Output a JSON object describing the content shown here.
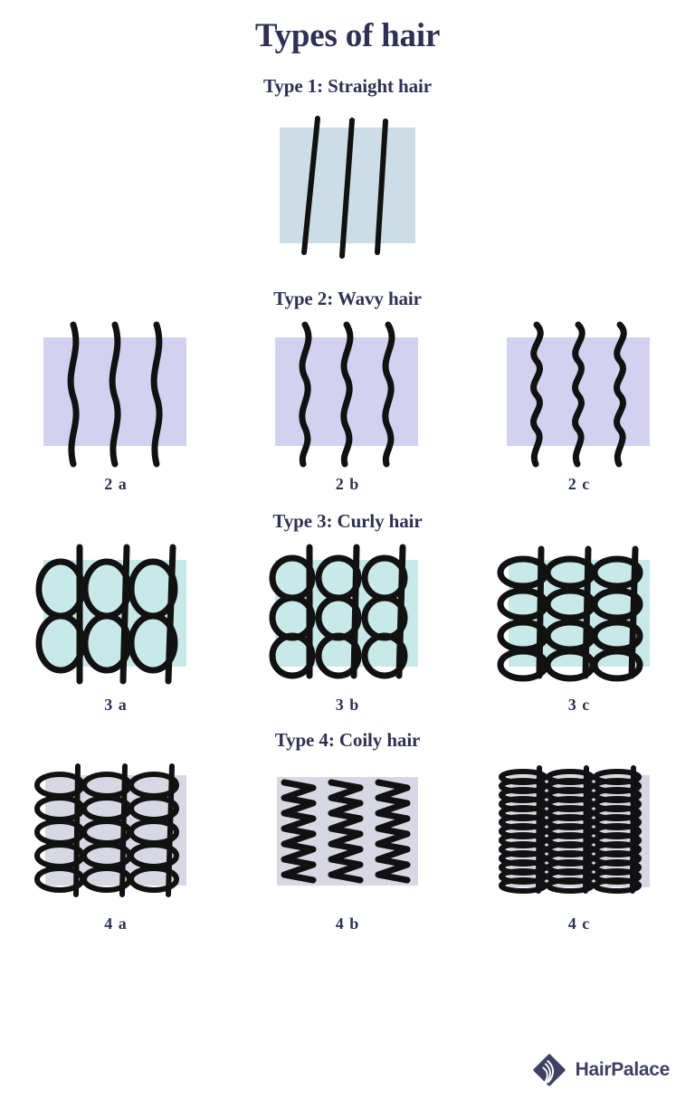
{
  "title": "Types of hair",
  "colors": {
    "text_navy": "#2d3152",
    "stroke_black": "#111111",
    "type1_bg": "#ccdde5",
    "type2_bg": "#d2d2f0",
    "type3_bg": "#c9e8e8",
    "type4_bg": "#d8d8e4",
    "logo_navy": "#3d4263"
  },
  "sections": [
    {
      "heading": "Type 1: Straight hair",
      "bg": "#ccdde5",
      "items": [
        {
          "caption": "",
          "style": "straight",
          "strands": 3
        }
      ]
    },
    {
      "heading": "Type 2: Wavy hair",
      "bg": "#d2d2f0",
      "items": [
        {
          "caption": "2 a",
          "style": "wavy",
          "waves": 2,
          "amplitude": 9
        },
        {
          "caption": "2 b",
          "style": "wavy",
          "waves": 3,
          "amplitude": 11
        },
        {
          "caption": "2 c",
          "style": "wavy",
          "waves": 5,
          "amplitude": 11
        }
      ]
    },
    {
      "heading": "Type 3: Curly hair",
      "bg": "#c9e8e8",
      "items": [
        {
          "caption": "3 a",
          "style": "curly",
          "loops": 2,
          "loop_w": 46,
          "loop_h": 56
        },
        {
          "caption": "3 b",
          "style": "curly",
          "loops": 3,
          "loop_w": 44,
          "loop_h": 42
        },
        {
          "caption": "3 c",
          "style": "curly",
          "loops": 4,
          "loop_w": 50,
          "loop_h": 30
        }
      ]
    },
    {
      "heading": "Type 4: Coily hair",
      "bg": "#d8d8e4",
      "items": [
        {
          "caption": "4 a",
          "style": "curly",
          "loops": 5,
          "loop_w": 50,
          "loop_h": 24
        },
        {
          "caption": "4 b",
          "style": "zigzag",
          "loops": 11,
          "loop_w": 46
        },
        {
          "caption": "4 c",
          "style": "curly",
          "loops": 13,
          "loop_w": 48,
          "loop_h": 10
        }
      ]
    }
  ],
  "footer": {
    "brand": "HairPalace",
    "mark": "diamond-hair-strands-logo"
  }
}
